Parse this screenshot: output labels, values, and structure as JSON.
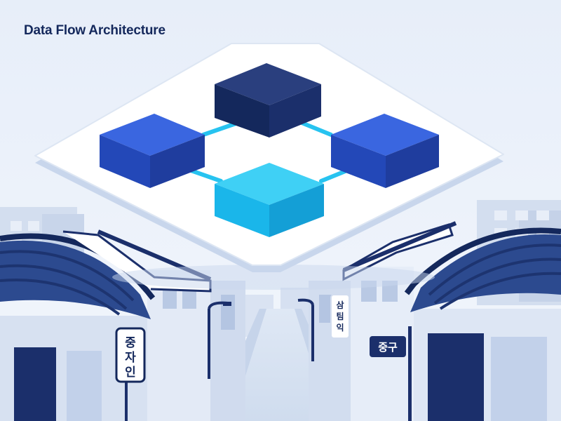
{
  "title": "Data Flow Architecture",
  "colors": {
    "background": "#eef3fa",
    "node_dark": "#1b2f6b",
    "node_blue": "#2b57d6",
    "node_cyan": "#1ab6ea",
    "connector": "#27c3f0",
    "roof": "#2c4a8f",
    "building": "#c9d6ea"
  },
  "signs": {
    "left_vertical": [
      "중",
      "자",
      "인"
    ],
    "middle_vertical": [
      "삼",
      "팀",
      "익"
    ],
    "right_horizontal": "중구"
  }
}
